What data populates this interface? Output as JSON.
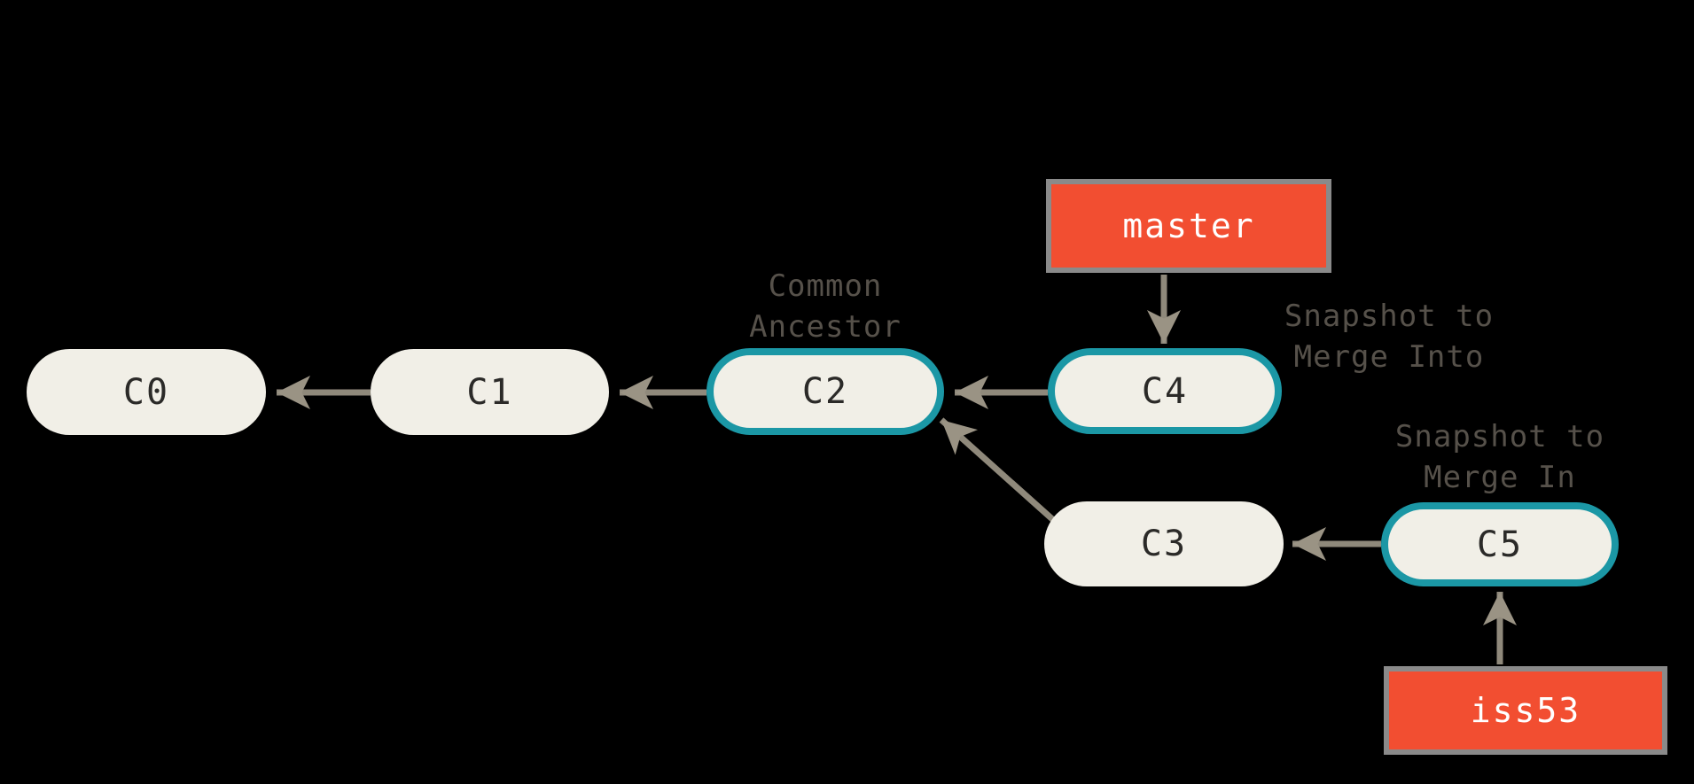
{
  "page": {
    "background": "#000000"
  },
  "colors": {
    "commit_fill": "#f1efe7",
    "commit_text": "#2b2a28",
    "highlight_border": "#1b97a5",
    "branch_fill": "#f24e31",
    "branch_border": "#8a8a8a",
    "branch_text": "#ffffff",
    "arrow": "#8f897b",
    "annotation_text": "#56514a"
  },
  "commits": [
    {
      "id": "c0",
      "label": "C0",
      "highlighted": false
    },
    {
      "id": "c1",
      "label": "C1",
      "highlighted": false
    },
    {
      "id": "c2",
      "label": "C2",
      "highlighted": true
    },
    {
      "id": "c3",
      "label": "C3",
      "highlighted": false
    },
    {
      "id": "c4",
      "label": "C4",
      "highlighted": true
    },
    {
      "id": "c5",
      "label": "C5",
      "highlighted": true
    }
  ],
  "branches": [
    {
      "id": "master",
      "label": "master"
    },
    {
      "id": "iss53",
      "label": "iss53"
    }
  ],
  "annotations": [
    {
      "id": "common-ancestor",
      "text": "Common\nAncestor"
    },
    {
      "id": "snapshot-merge-into",
      "text": "Snapshot to\nMerge Into"
    },
    {
      "id": "snapshot-merge-in",
      "text": "Snapshot to\nMerge In"
    }
  ]
}
